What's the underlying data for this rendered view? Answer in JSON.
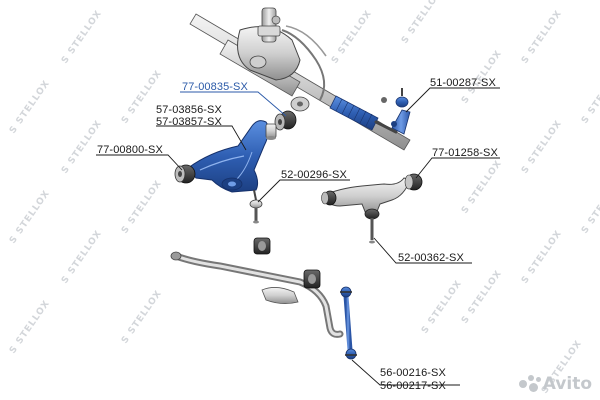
{
  "diagram": {
    "part_labels": [
      {
        "id": "77-00835",
        "text": "77-00835-SX",
        "highlight": true
      },
      {
        "id": "51-00287",
        "text": "51-00287-SX",
        "highlight": false
      },
      {
        "id": "57-03856",
        "text": "57-03856-SX",
        "highlight": false
      },
      {
        "id": "57-03857",
        "text": "57-03857-SX",
        "highlight": false
      },
      {
        "id": "77-00800",
        "text": "77-00800-SX",
        "highlight": false
      },
      {
        "id": "77-01258",
        "text": "77-01258-SX",
        "highlight": false
      },
      {
        "id": "52-00296",
        "text": "52-00296-SX",
        "highlight": false
      },
      {
        "id": "52-00362",
        "text": "52-00362-SX",
        "highlight": false
      },
      {
        "id": "56-00216",
        "text": "56-00216-SX",
        "highlight": false
      },
      {
        "id": "56-00217",
        "text": "56-00217-SX",
        "highlight": false
      }
    ],
    "colors": {
      "label_text": "#1a1a1a",
      "highlight_text": "#2b5aa8",
      "part_blue": "#2f5fb3",
      "part_dark": "#3a3a3a",
      "leader_line": "#1a1a1a",
      "watermark": "#d3d6da"
    }
  },
  "watermark": {
    "brand_text": "STELLOX",
    "emblem": "stellox-s-icon"
  },
  "marketplace_badge": {
    "text": "Avito",
    "icon": "avito-dots-icon"
  }
}
